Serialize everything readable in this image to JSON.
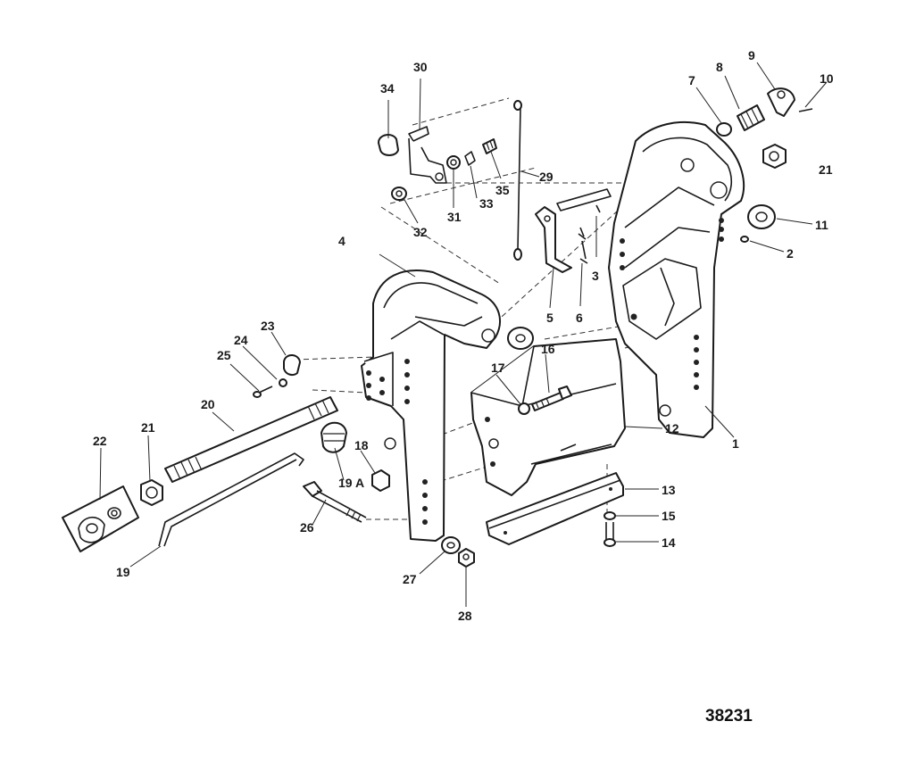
{
  "figure_number": "38231",
  "callouts": [
    {
      "id": "c1",
      "text": "1"
    },
    {
      "id": "c2",
      "text": "2"
    },
    {
      "id": "c3",
      "text": "3"
    },
    {
      "id": "c4",
      "text": "4"
    },
    {
      "id": "c5",
      "text": "5"
    },
    {
      "id": "c6",
      "text": "6"
    },
    {
      "id": "c7",
      "text": "7"
    },
    {
      "id": "c8",
      "text": "8"
    },
    {
      "id": "c9",
      "text": "9"
    },
    {
      "id": "c10",
      "text": "10"
    },
    {
      "id": "c11",
      "text": "11"
    },
    {
      "id": "c12",
      "text": "12"
    },
    {
      "id": "c13",
      "text": "13"
    },
    {
      "id": "c14",
      "text": "14"
    },
    {
      "id": "c15",
      "text": "15"
    },
    {
      "id": "c16",
      "text": "16"
    },
    {
      "id": "c17",
      "text": "17"
    },
    {
      "id": "c18",
      "text": "18"
    },
    {
      "id": "c19",
      "text": "19"
    },
    {
      "id": "c19a",
      "text": "19 A"
    },
    {
      "id": "c20",
      "text": "20"
    },
    {
      "id": "c21a",
      "text": "21"
    },
    {
      "id": "c21b",
      "text": "21"
    },
    {
      "id": "c22",
      "text": "22"
    },
    {
      "id": "c23",
      "text": "23"
    },
    {
      "id": "c24",
      "text": "24"
    },
    {
      "id": "c25",
      "text": "25"
    },
    {
      "id": "c26",
      "text": "26"
    },
    {
      "id": "c27",
      "text": "27"
    },
    {
      "id": "c28",
      "text": "28"
    },
    {
      "id": "c29",
      "text": "29"
    },
    {
      "id": "c30",
      "text": "30"
    },
    {
      "id": "c31",
      "text": "31"
    },
    {
      "id": "c32",
      "text": "32"
    },
    {
      "id": "c33",
      "text": "33"
    },
    {
      "id": "c34",
      "text": "34"
    },
    {
      "id": "c35",
      "text": "35"
    }
  ]
}
